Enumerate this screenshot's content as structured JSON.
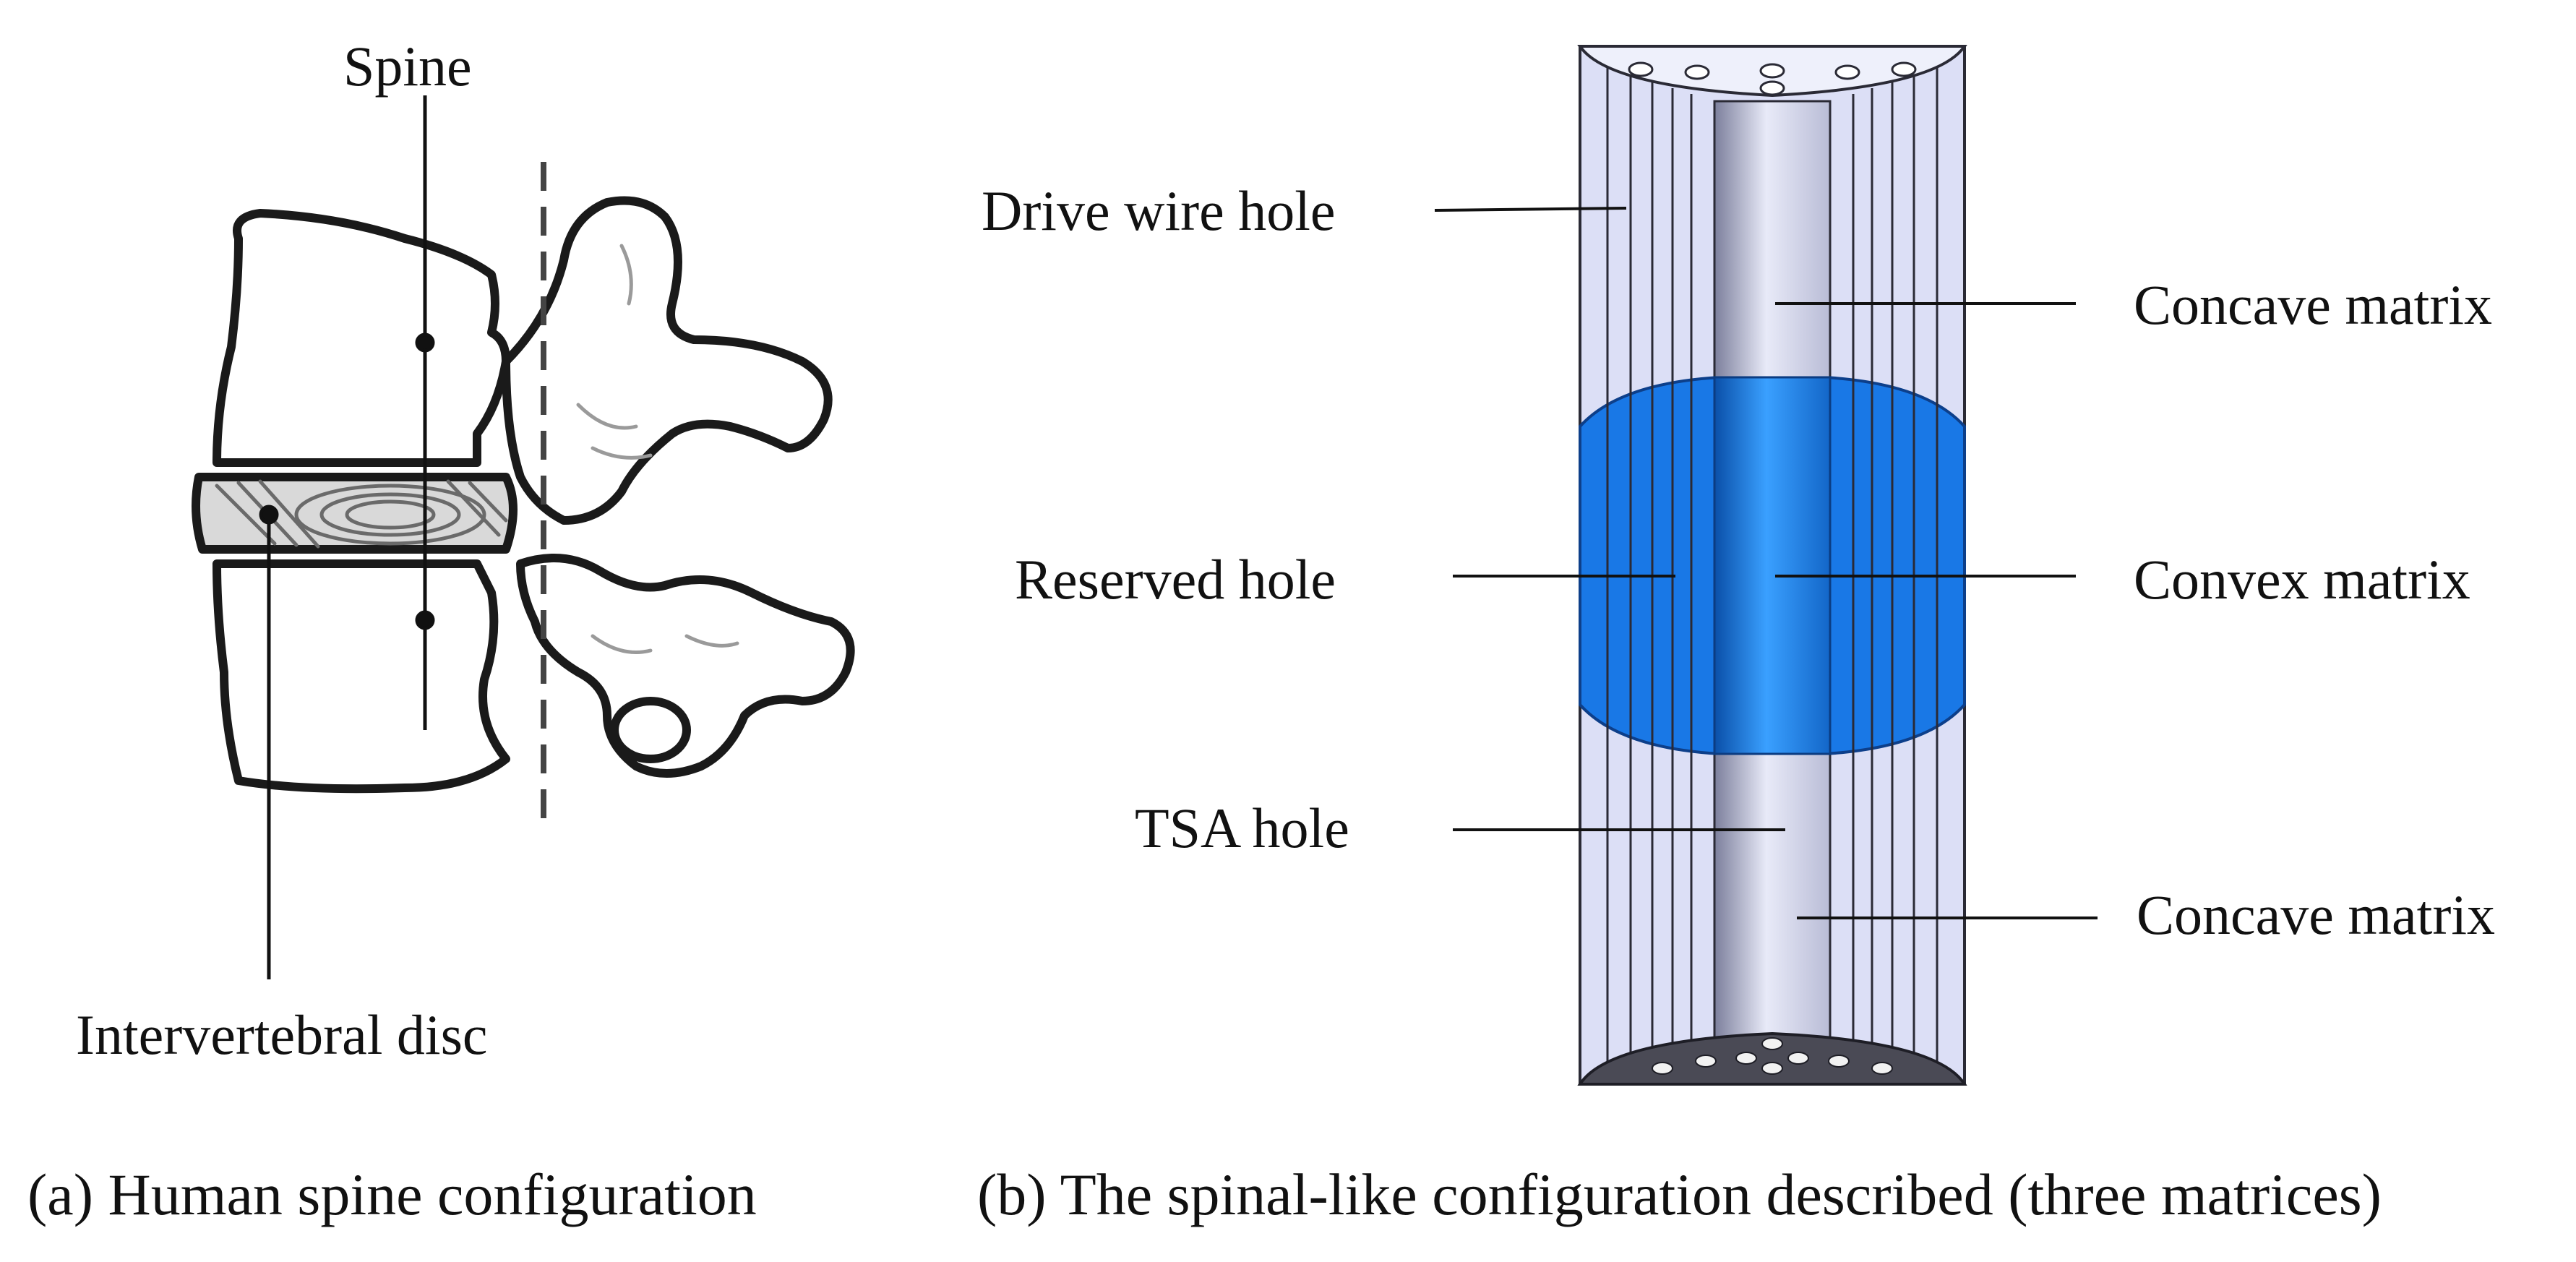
{
  "panel_a": {
    "labels": {
      "spine": "Spine",
      "disc": "Intervertebral disc"
    },
    "caption": "(a) Human spine configuration"
  },
  "panel_b": {
    "labels": {
      "drive_wire_hole": "Drive wire hole",
      "concave_top": "Concave matrix",
      "reserved_hole": "Reserved hole",
      "convex": "Convex matrix",
      "tsa_hole": "TSA hole",
      "concave_bottom": "Concave matrix"
    },
    "caption": "(b) The spinal-like configuration described (three matrices)",
    "colors": {
      "concave_fill": "#dcdff6",
      "convex_fill": "#1978e6",
      "channel_fill": "#c9cdec",
      "base_fill": "#4a4a55"
    }
  }
}
